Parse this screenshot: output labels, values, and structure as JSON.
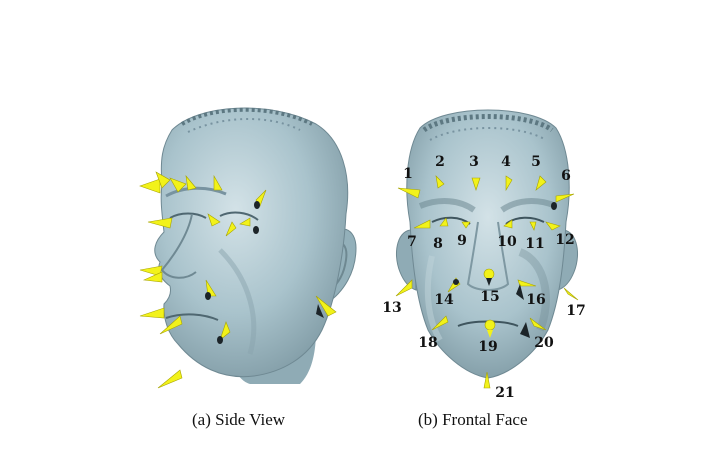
{
  "captions": {
    "side": "(a) Side View",
    "frontal": "(b) Frontal Face"
  },
  "colors": {
    "skin": "#a9c3cc",
    "skin_shadow": "#7d98a2",
    "skin_highlight": "#d3e2e7",
    "marker": "#f2f21a",
    "marker_edge": "#a7a400",
    "marker_shadow": "#1c2428"
  },
  "icons": {
    "face_side": "3d-face-side-render",
    "face_front": "3d-face-frontal-render",
    "landmark": "landmark-cone-icon"
  },
  "frontal_landmarks": [
    {
      "label": "1"
    },
    {
      "label": "2"
    },
    {
      "label": "3"
    },
    {
      "label": "4"
    },
    {
      "label": "5"
    },
    {
      "label": "6"
    },
    {
      "label": "7"
    },
    {
      "label": "8"
    },
    {
      "label": "9"
    },
    {
      "label": "10"
    },
    {
      "label": "11"
    },
    {
      "label": "12"
    },
    {
      "label": "13"
    },
    {
      "label": "14"
    },
    {
      "label": "15"
    },
    {
      "label": "16"
    },
    {
      "label": "17"
    },
    {
      "label": "18"
    },
    {
      "label": "19"
    },
    {
      "label": "20"
    },
    {
      "label": "21"
    }
  ]
}
